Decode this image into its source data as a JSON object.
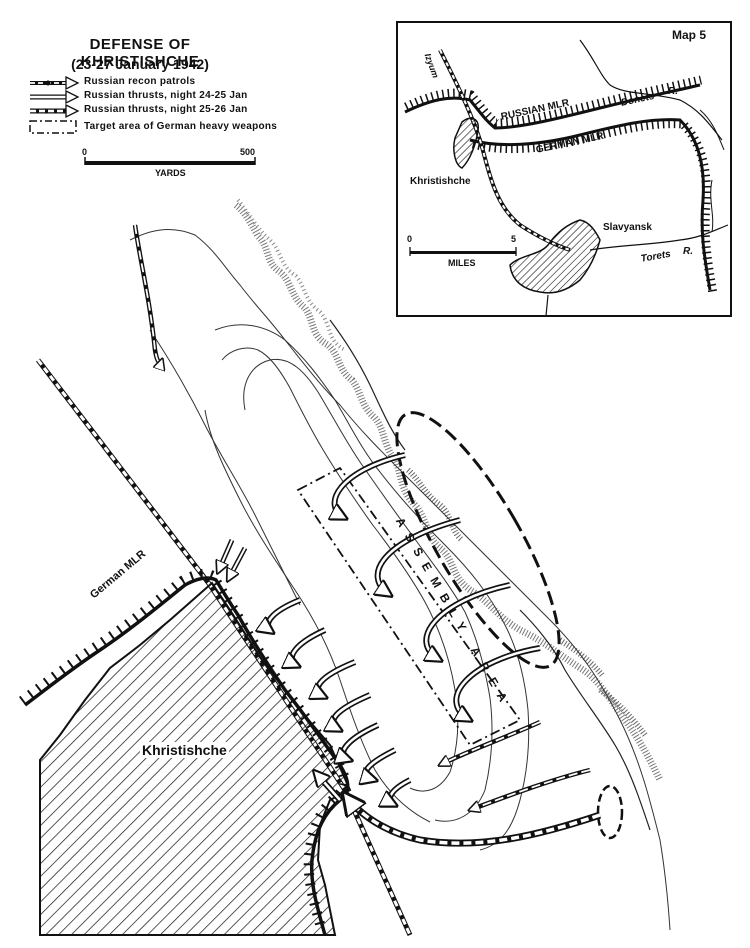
{
  "title": {
    "line1": "DEFENSE OF KHRISTISHCHE",
    "line2": "(23-27 January 1942)"
  },
  "legend": [
    {
      "label": "Russian recon patrols",
      "icon": "recon-patrol-arrow-icon"
    },
    {
      "label": "Russian thrusts, night 24-25 Jan",
      "icon": "double-line-arrow-icon"
    },
    {
      "label": "Russian thrusts, night 25-26 Jan",
      "icon": "dashed-double-arrow-icon"
    },
    {
      "label": "Target area of German heavy weapons",
      "icon": "dash-dot-box-icon"
    }
  ],
  "scale": {
    "start": "0",
    "end": "500",
    "unit": "YARDS"
  },
  "labels": {
    "german_mlr": "German MLR",
    "khristishche": "Khristishche",
    "assembly_area": "ASSEMBLY AREA"
  },
  "inset": {
    "title": "Map 5",
    "izyum": "Izyum",
    "russian_mlr": "RUSSIAN MLR",
    "german_mlr": "GERMAN MLR",
    "donets": "Donets",
    "donets_r": "R.",
    "khristishche": "Khristishche",
    "slavyansk": "Slavyansk",
    "torets": "Torets",
    "torets_r": "R.",
    "scale_start": "0",
    "scale_end": "5",
    "scale_unit": "MILES"
  },
  "colors": {
    "ink": "#111111",
    "paper": "#ffffff"
  }
}
